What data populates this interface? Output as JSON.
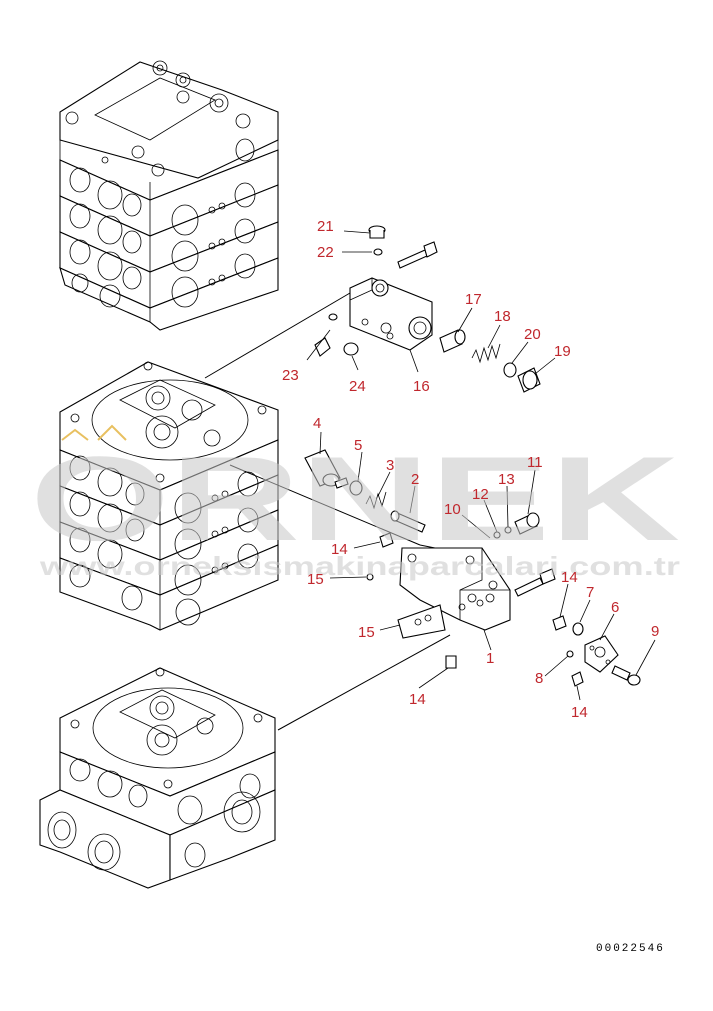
{
  "labels": {
    "p1": "1",
    "p2": "2",
    "p3": "3",
    "p4": "4",
    "p5": "5",
    "p6": "6",
    "p7": "7",
    "p8": "8",
    "p9": "9",
    "p10": "10",
    "p11": "11",
    "p12": "12",
    "p13": "13",
    "p14a": "14",
    "p14b": "14",
    "p14c": "14",
    "p14d": "14",
    "p15a": "15",
    "p15b": "15",
    "p16": "16",
    "p17": "17",
    "p18": "18",
    "p19": "19",
    "p20": "20",
    "p21": "21",
    "p22": "22",
    "p23": "23",
    "p24": "24"
  },
  "watermark": {
    "logo": "ORNEK",
    "url": "www.orneksismakinaparcalari.com.tr"
  },
  "drawing_number": "00022546",
  "colors": {
    "label": "#c0272d",
    "line": "#000000",
    "watermark": "#c8c8c8",
    "watermark_accent": "#e8c060"
  }
}
